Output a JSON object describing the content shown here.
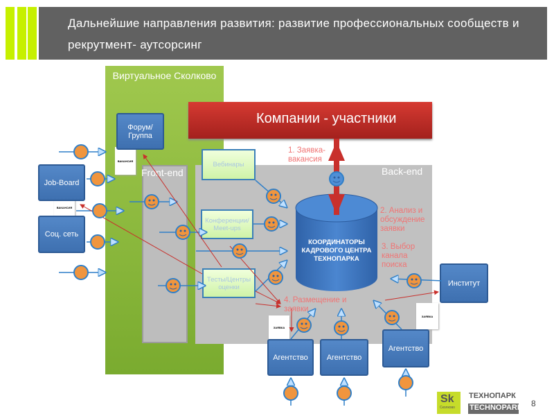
{
  "header": {
    "title": "Дальнейшие направления развития: развитие профессиональных сообществ и рекрутмент- аутсорсинг",
    "accent_color": "#c6f000",
    "banner_color": "#616161"
  },
  "zones": {
    "virtual": "Виртуальное Сколково",
    "frontend": "Front-end",
    "backend": "Back-end"
  },
  "companies": "Компании - участники",
  "sources": {
    "forum": "Форум/ Группа",
    "jobboard": "Job-Board",
    "social": "Соц. сеть",
    "institute": "Институт",
    "agency": "Агентство"
  },
  "channels": {
    "webinars": "Вебинары",
    "conferences": "Конференции/ Meet-ups",
    "tests": "Тесты/Центры оценки"
  },
  "coordinators": "КООРДИНАТОРЫ КАДРОВОГО ЦЕНТРА ТЕХНОПАРКА",
  "documents": {
    "vacancy": "ВАКАНСИЯ",
    "request": "ЗАЯВКА"
  },
  "steps": [
    "1. Заявка-вакансия",
    "2. Анализ и обсуждение заявки",
    "3. Выбор канала поиска",
    "4. Размещение и заявки"
  ],
  "logo": {
    "mark": "Sk",
    "sub": "Сколково",
    "ru": "ТЕХНОПАРК",
    "en": "TECHNOPARK"
  },
  "page_number": "8"
}
